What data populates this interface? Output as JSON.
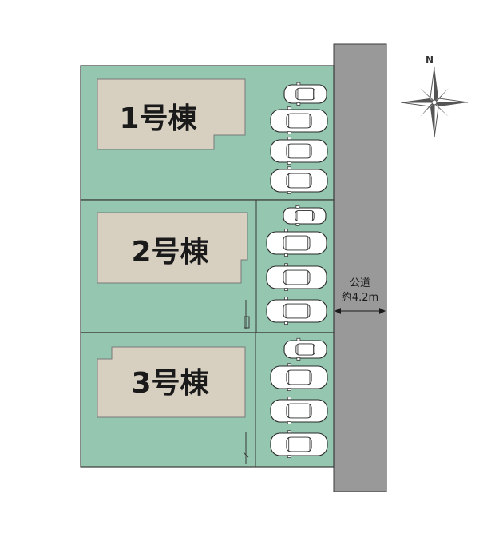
{
  "lots": [
    {
      "label": "1号棟"
    },
    {
      "label": "2号棟"
    },
    {
      "label": "3号棟"
    }
  ],
  "road": {
    "name": "公道",
    "width_text": "約4.2m"
  },
  "compass": {
    "north_label": "N"
  },
  "colors": {
    "lot_fill": "#94c6b0",
    "building_fill": "#d7cfc0",
    "road_fill": "#999999",
    "outline": "#3a3a3a",
    "car_fill": "#ffffff"
  }
}
